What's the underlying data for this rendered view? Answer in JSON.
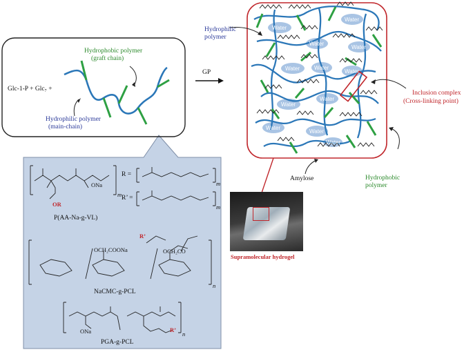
{
  "left_panel": {
    "reactants": "Glc-1-P  + Glc₇ +",
    "hydrophobic_label_line1": "Hydrophobic polymer",
    "hydrophobic_label_line2": "(graft chain)",
    "hydrophilic_label_line1": "Hydrophilic polymer",
    "hydrophilic_label_line2": "(main-chain)"
  },
  "arrow_label": "GP",
  "right_panel": {
    "hydrophilic_line1": "Hydrophilic",
    "hydrophilic_line2": "polymer",
    "water_labels": [
      "Water",
      "Water",
      "Water",
      "Water",
      "Water",
      "Water",
      "Water",
      "Water",
      "Water",
      "Water",
      "Water",
      "Water"
    ],
    "inclusion_line1": "Inclusion complex",
    "inclusion_line2": "(Cross-linking point)",
    "amylose": "Amylose",
    "hydrophobic_line1": "Hydrophobic",
    "hydrophobic_line2": "polymer"
  },
  "photo_caption": "Supramolecular hydrogel",
  "structures": {
    "p1_m": "m",
    "r_def": "R  =",
    "r2_def": "R’ =",
    "r_sub": "m",
    "r2_sub": "m",
    "p1_name": "P(AA-Na-g-VL)",
    "p1_or": "OR",
    "p1_ona": "ONa",
    "p2_name": "NaCMC-g-PCL",
    "p2_ocooona": "OCH₂COONa",
    "p2_ocooo": "OCH₂CO",
    "p2_rprime": "R’",
    "p2_n": "n",
    "p3_name": "PGA-g-PCL",
    "p3_ona": "ONa",
    "p3_rprime": "R’",
    "p3_n": "n"
  },
  "colors": {
    "chain_blue": "#2b77b8",
    "graft_green": "#2ea043",
    "frame_red": "#c0262b",
    "callout_fill": "#c5d3e6"
  }
}
